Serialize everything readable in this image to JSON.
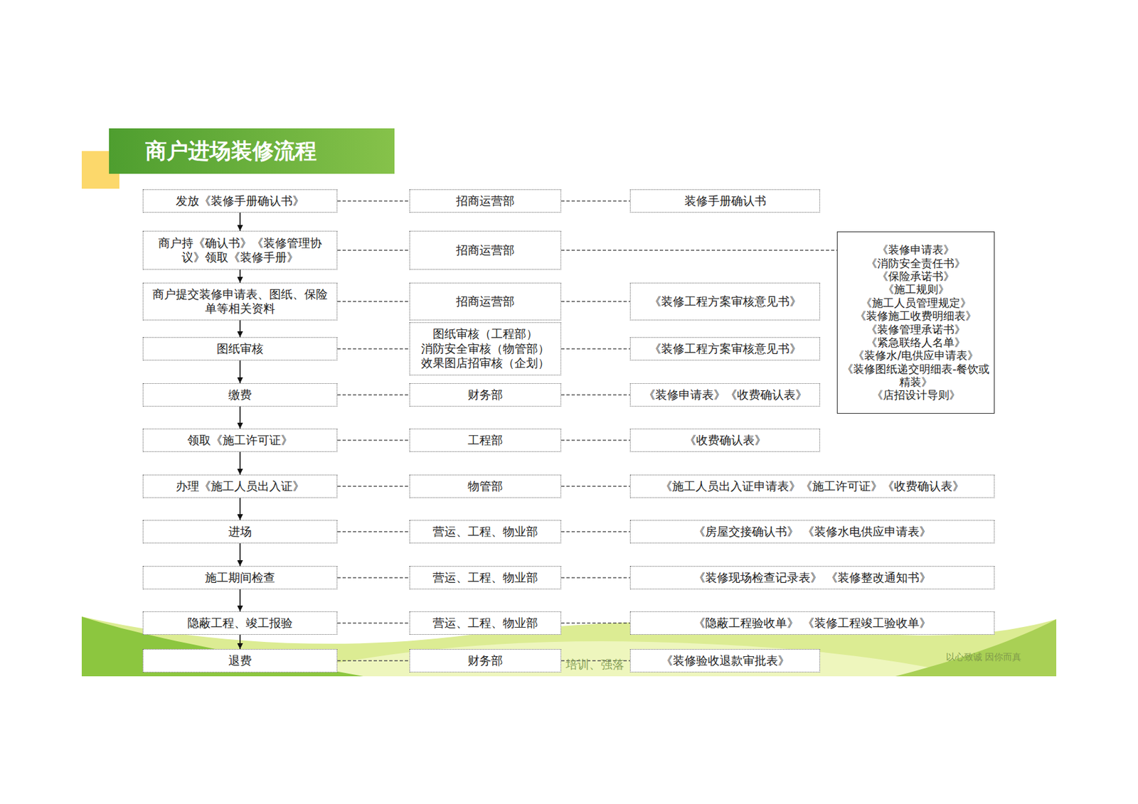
{
  "diagram": {
    "title": "商户进场装修流程",
    "nodes": [
      {
        "text": [
          "发放《装修手册确认书》"
        ]
      },
      {
        "text": [
          "招商运营部"
        ]
      },
      {
        "text": [
          "装修手册确认书"
        ]
      },
      {
        "text": [
          "商户持《确认书》《装修管理协议》领取《装修手册》"
        ]
      },
      {
        "text": [
          "招商运营部"
        ]
      },
      {
        "text": [
          "《装修申请表》",
          "《消防安全责任书》",
          "《保险承诺书》",
          "《施工规则》",
          "《施工人员管理规定》",
          "《装修施工收费明细表》",
          "《装修管理承诺书》",
          "《紧急联络人名单》",
          "《装修水/电供应申请表》",
          "《装修图纸递交明细表-餐饮或精装》",
          "《店招设计导则》"
        ]
      },
      {
        "text": [
          "商户提交装修申请表、图纸、保险单等相关资料"
        ]
      },
      {
        "text": [
          "招商运营部"
        ]
      },
      {
        "text": [
          "《装修工程方案审核意见书》"
        ]
      },
      {
        "text": [
          "图纸审核"
        ]
      },
      {
        "text": [
          "图纸审核（工程部）",
          "消防安全审核（物管部）",
          "效果图店招审核（企划）"
        ]
      },
      {
        "text": [
          "《装修工程方案审核意见书》"
        ]
      },
      {
        "text": [
          "缴费"
        ]
      },
      {
        "text": [
          "财务部"
        ]
      },
      {
        "text": [
          "《装修申请表》《收费确认表》"
        ]
      },
      {
        "text": [
          "领取《施工许可证》"
        ]
      },
      {
        "text": [
          "工程部"
        ]
      },
      {
        "text": [
          "《收费确认表》"
        ]
      },
      {
        "text": [
          "办理《施工人员出入证》"
        ]
      },
      {
        "text": [
          "物管部"
        ]
      },
      {
        "text": [
          "《施工人员出入证申请表》《施工许可证》《收费确认表》"
        ]
      },
      {
        "text": [
          "进场"
        ]
      },
      {
        "text": [
          "营运、工程、物业部"
        ]
      },
      {
        "text": [
          "《房屋交接确认书》 《装修水电供应申请表》"
        ]
      },
      {
        "text": [
          "施工期间检查"
        ]
      },
      {
        "text": [
          "营运、工程、物业部"
        ]
      },
      {
        "text": [
          "《装修现场检查记录表》 《装修整改通知书》"
        ]
      },
      {
        "text": [
          "隐蔽工程、竣工报验"
        ]
      },
      {
        "text": [
          "营运、工程、物业部"
        ]
      },
      {
        "text": [
          "《隐蔽工程验收单》 《装修工程竣工验收单》"
        ]
      },
      {
        "text": [
          "退费"
        ]
      },
      {
        "text": [
          "财务部"
        ]
      },
      {
        "text": [
          "《装修验收退款审批表》"
        ]
      }
    ],
    "edges": [
      {
        "from": 0,
        "to": 1,
        "arrow": "none"
      },
      {
        "from": 1,
        "to": 2,
        "arrow": "none"
      },
      {
        "from": 0,
        "to": 3,
        "arrow": "to"
      },
      {
        "from": 3,
        "to": 4,
        "arrow": "none"
      },
      {
        "from": 4,
        "to": 5,
        "arrow": "none"
      },
      {
        "from": 3,
        "to": 6,
        "arrow": "to"
      },
      {
        "from": 6,
        "to": 7,
        "arrow": "none"
      },
      {
        "from": 7,
        "to": 8,
        "arrow": "none"
      },
      {
        "from": 6,
        "to": 9,
        "arrow": "to"
      },
      {
        "from": 9,
        "to": 10,
        "arrow": "none"
      },
      {
        "from": 10,
        "to": 11,
        "arrow": "none"
      },
      {
        "from": 9,
        "to": 12,
        "arrow": "to"
      },
      {
        "from": 12,
        "to": 13,
        "arrow": "none"
      },
      {
        "from": 13,
        "to": 14,
        "arrow": "none"
      },
      {
        "from": 12,
        "to": 15,
        "arrow": "to"
      },
      {
        "from": 15,
        "to": 16,
        "arrow": "none"
      },
      {
        "from": 16,
        "to": 17,
        "arrow": "none"
      },
      {
        "from": 15,
        "to": 18,
        "arrow": "to"
      },
      {
        "from": 18,
        "to": 19,
        "arrow": "none"
      },
      {
        "from": 19,
        "to": 20,
        "arrow": "none"
      },
      {
        "from": 18,
        "to": 21,
        "arrow": "to"
      },
      {
        "from": 21,
        "to": 22,
        "arrow": "none"
      },
      {
        "from": 22,
        "to": 23,
        "arrow": "none"
      },
      {
        "from": 21,
        "to": 24,
        "arrow": "to"
      },
      {
        "from": 24,
        "to": 25,
        "arrow": "none"
      },
      {
        "from": 25,
        "to": 26,
        "arrow": "none"
      },
      {
        "from": 24,
        "to": 27,
        "arrow": "to"
      },
      {
        "from": 27,
        "to": 28,
        "arrow": "none"
      },
      {
        "from": 28,
        "to": 29,
        "arrow": "none"
      },
      {
        "from": 27,
        "to": 30,
        "arrow": "to"
      },
      {
        "from": 30,
        "to": 31,
        "arrow": "none"
      },
      {
        "from": 31,
        "to": 32,
        "arrow": "none"
      }
    ],
    "labels": [
      "培训、强落",
      "以心致诚 因你而真"
    ]
  }
}
